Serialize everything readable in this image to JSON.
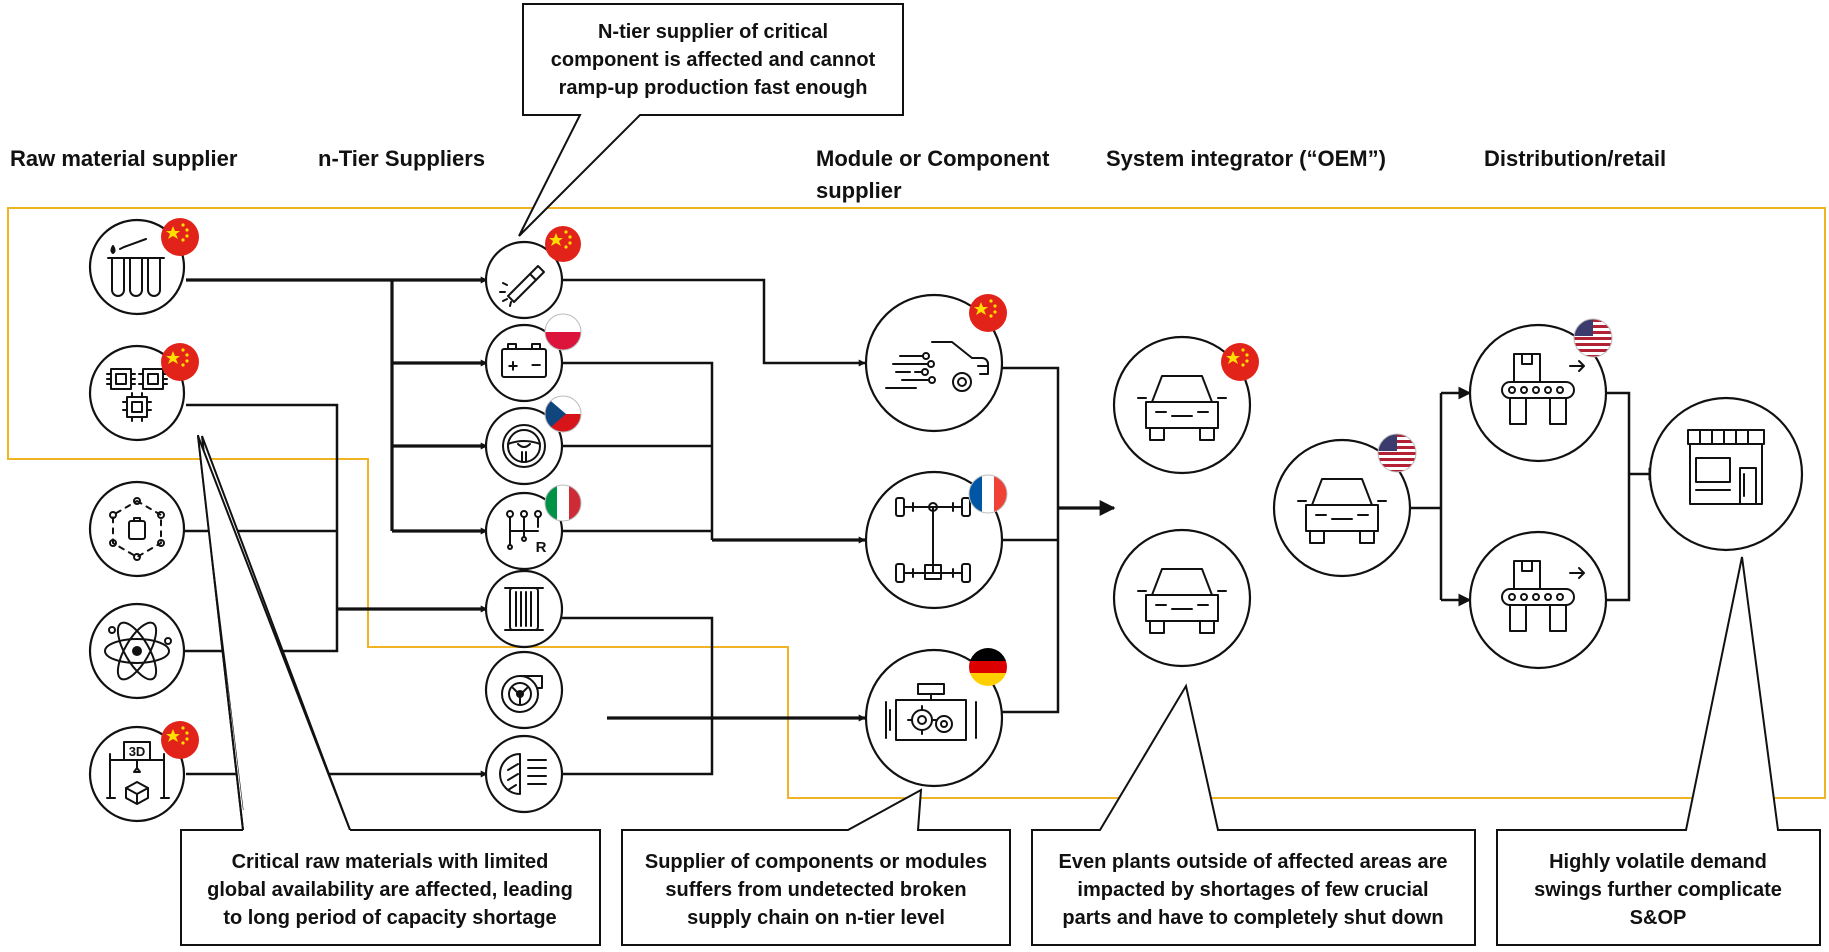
{
  "headers": {
    "raw": "Raw material supplier",
    "ntier": "n-Tier Suppliers",
    "module_line1": "Module or Component",
    "module_line2": "supplier",
    "oem": "System integrator (“OEM”)",
    "dist": "Distribution/retail"
  },
  "annotations": {
    "top": [
      "N-tier supplier of critical",
      "component is affected and cannot",
      "ramp-up production fast enough"
    ],
    "raw": [
      "Critical raw materials with limited",
      "global availability are affected, leading",
      "to long period of capacity shortage"
    ],
    "module": [
      "Supplier of components or modules",
      "suffers from undetected broken",
      "supply chain on n-tier level"
    ],
    "oem": [
      "Even plants outside of affected areas are",
      "impacted by shortages of few crucial",
      "parts and have to completely shut down"
    ],
    "dist": [
      "Highly volatile demand",
      "swings further complicate",
      "S&OP"
    ]
  },
  "nodes": {
    "raw": [
      {
        "icon": "test-tubes-icon",
        "flag": "China"
      },
      {
        "icon": "chips-icon",
        "flag": "China"
      },
      {
        "icon": "molecule-battery-icon",
        "flag": ""
      },
      {
        "icon": "atom-icon",
        "flag": ""
      },
      {
        "icon": "3d-printer-icon",
        "flag": "China"
      }
    ],
    "ntier": [
      {
        "icon": "spark-plug-icon",
        "flag": "China"
      },
      {
        "icon": "battery-icon",
        "flag": "Poland"
      },
      {
        "icon": "steering-wheel-icon",
        "flag": "Czech Republic"
      },
      {
        "icon": "gear-shift-icon",
        "flag": "Italy"
      },
      {
        "icon": "filter-icon",
        "flag": ""
      },
      {
        "icon": "turbo-icon",
        "flag": ""
      },
      {
        "icon": "headlight-icon",
        "flag": ""
      }
    ],
    "module": [
      {
        "icon": "car-electronics-icon",
        "flag": "China"
      },
      {
        "icon": "chassis-icon",
        "flag": "France"
      },
      {
        "icon": "engine-icon",
        "flag": "Germany"
      }
    ],
    "oem": [
      {
        "icon": "car-icon",
        "flag": "China"
      },
      {
        "icon": "car-icon",
        "flag": ""
      },
      {
        "icon": "car-icon",
        "flag": "United States"
      }
    ],
    "dist": [
      {
        "icon": "conveyor-icon",
        "flag": "United States"
      },
      {
        "icon": "conveyor-icon",
        "flag": ""
      },
      {
        "icon": "store-icon",
        "flag": ""
      }
    ]
  },
  "icon_text": {
    "battery_plus": "+",
    "battery_minus": "−",
    "gear_r": "R",
    "print_3d": "3D"
  },
  "colors": {
    "highlight": "#f0b323",
    "line": "#111111",
    "china_red": "#e2231a",
    "star_yellow": "#ffde00"
  }
}
